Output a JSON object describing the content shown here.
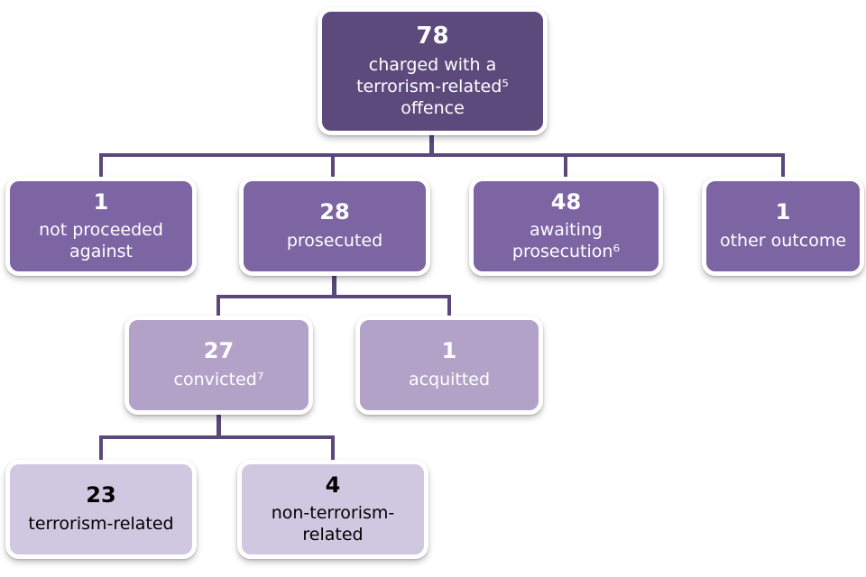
{
  "palette": {
    "level1_fill": "#5d4a7d",
    "level2_fill": "#7d64a3",
    "level3_fill": "#b2a2c8",
    "level4_fill": "#d0c7e1",
    "connector": "#5b4779",
    "border": "#ffffff",
    "text_on_dark": "#ffffff",
    "text_on_light": "#000000"
  },
  "nodes": {
    "charged": {
      "value": "78",
      "label": "charged with a\nterrorism-related⁵\noffence"
    },
    "not_proceeded": {
      "value": "1",
      "label": "not proceeded\nagainst"
    },
    "prosecuted": {
      "value": "28",
      "label": "prosecuted"
    },
    "awaiting": {
      "value": "48",
      "label": "awaiting\nprosecution⁶"
    },
    "other_outcome": {
      "value": "1",
      "label": "other outcome"
    },
    "convicted": {
      "value": "27",
      "label": "convicted⁷"
    },
    "acquitted": {
      "value": "1",
      "label": "acquitted"
    },
    "terrorism_related": {
      "value": "23",
      "label": "terrorism-related"
    },
    "non_terrorism_related": {
      "value": "4",
      "label": "non-terrorism-\nrelated"
    }
  }
}
